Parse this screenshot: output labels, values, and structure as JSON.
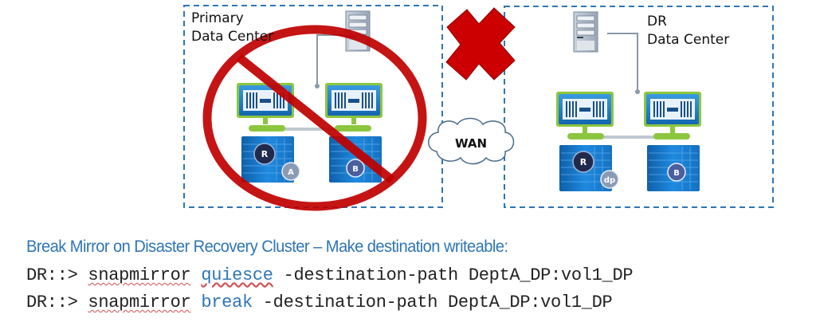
{
  "diagram": {
    "primary": {
      "label_line1": "Primary",
      "label_line2": "Data Center",
      "status": "unavailable",
      "storage": [
        {
          "badges": [
            "R",
            "A"
          ]
        },
        {
          "badges": [
            "B"
          ]
        }
      ]
    },
    "dr": {
      "label_line1": "DR",
      "label_line2": "Data Center",
      "storage": [
        {
          "badges": [
            "R",
            "dp"
          ]
        },
        {
          "badges": [
            "B"
          ]
        }
      ]
    },
    "wan": {
      "label": "WAN",
      "status": "link-down"
    },
    "colors": {
      "dashed_border": "#2e75b6",
      "prohibit_red": "#c00000",
      "storage_blue": "#1a7fd0",
      "controller_green": "#8cc63f",
      "badge_dark": "#1f2a4d",
      "badge_gray": "#8a9bb5",
      "badge_mid": "#4a5fa0"
    }
  },
  "caption": "Break Mirror on Disaster Recovery Cluster – Make destination writeable:",
  "commands": [
    {
      "prompt": "DR::> ",
      "tool": "snapmirror",
      "verb": "quiesce",
      "args": " -destination-path DeptA_DP:vol1_DP"
    },
    {
      "prompt": "DR::> ",
      "tool": "snapmirror",
      "verb": "break",
      "args": " -destination-path DeptA_DP:vol1_DP"
    }
  ]
}
